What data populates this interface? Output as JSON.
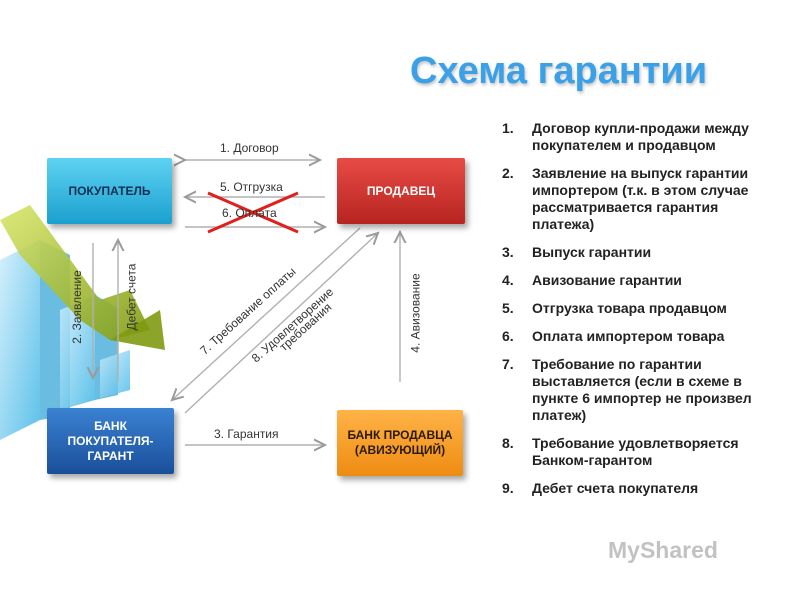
{
  "title": "Схема гарантии",
  "boxes": {
    "buyer": "ПОКУПАТЕЛЬ",
    "seller": "ПРОДАВЕЦ",
    "buyer_bank_l1": "БАНК",
    "buyer_bank_l2": "ПОКУПАТЕЛЯ-",
    "buyer_bank_l3": "ГАРАНТ",
    "seller_bank_l1": "БАНК ПРОДАВЦА",
    "seller_bank_l2": "(АВИЗУЮЩИЙ)"
  },
  "arrows": {
    "contract": "1. Договор",
    "shipment": "5. Отгрузка",
    "payment": "6. Оплата",
    "application": "2. Заявление",
    "debit": "Дебет счета",
    "guarantee": "3. Гарантия",
    "advising": "4. Авизование",
    "claim": "7. Требование оплаты",
    "fulfill_l1": "8. Удовлетворение",
    "fulfill_l2": "требования"
  },
  "steps": [
    {
      "num": "1.",
      "text": "Договор купли-продажи между покупателем и продавцом"
    },
    {
      "num": "2.",
      "text": "Заявление на выпуск гарантии импортером (т.к. в этом случае рассматривается гарантия платежа)"
    },
    {
      "num": "3.",
      "text": "Выпуск гарантии"
    },
    {
      "num": "4.",
      "text": "Авизование гарантии"
    },
    {
      "num": "5.",
      "text": "Отгрузка товара продавцом"
    },
    {
      "num": "6.",
      "text": "Оплата импортером товара"
    },
    {
      "num": "7.",
      "text": "Требование по гарантии выставляется (если в схеме в пункте 6 импортер не произвел платеж)"
    },
    {
      "num": "8.",
      "text": "Требование удовлетворяется Банком-гарантом"
    },
    {
      "num": "9.",
      "text": "Дебет счета покупателя"
    }
  ],
  "watermark": "MyShared",
  "colors": {
    "title": "#3aa0e8",
    "buyer_box": "#1aa0cf",
    "seller_box": "#c62a25",
    "buyer_bank_box": "#1f5aa6",
    "seller_bank_box": "#ee8c12",
    "cross": "#e0201c"
  }
}
